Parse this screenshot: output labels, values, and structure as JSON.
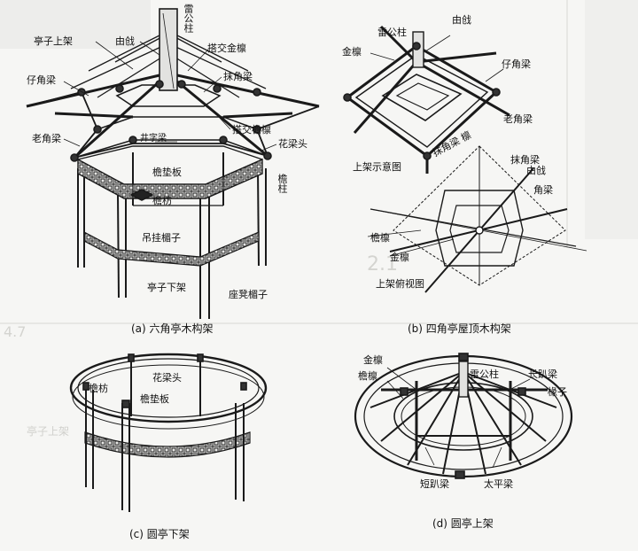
{
  "fig_a": {
    "caption": "(a) 六角亭木构架",
    "labels": {
      "leigongzhu": "雷公柱",
      "tingzi_shangjia": "亭子上架",
      "youjian": "由戗",
      "jiajiao_jinlin": "搭交金檩",
      "zijiaoliang": "仔角梁",
      "mojiaoliang": "抹角梁",
      "laojiaoliang": "老角梁",
      "jiajiao_yanlin": "搭交檐檩",
      "jingziliang": "井字梁",
      "huaлiangtou": "花梁头",
      "yandianban": "檐垫板",
      "yanfang": "檐枋",
      "yanzhu": "檐柱",
      "diaogua_mianzi": "吊挂楣子",
      "tingzi_xiajia": "亭子下架",
      "zuodeng_mianzi": "座凳楣子"
    }
  },
  "fig_b": {
    "caption": "(b) 四角亭屋顶木构架",
    "labels": {
      "leigongzhu": "雷公柱",
      "youjian": "由戗",
      "jinlin": "金檩",
      "zijiaoliang": "仔角梁",
      "laojiaoliang": "老角梁",
      "mojiaoliang_lin": "抹角梁 檩",
      "shangjia_shiyitu": "上架示意图",
      "mojiaoliang2": "抹角梁",
      "youjian2": "由戗",
      "jiaoliang": "角梁",
      "yanlin": "檐檩",
      "jinlin2": "金檩",
      "shangjia_fushitu": "上架俯视图"
    }
  },
  "fig_c": {
    "caption": "(c) 圆亭下架",
    "labels": {
      "yanfang": "檐枋",
      "hualiangtou": "花梁头",
      "yandianban": "檐垫板"
    }
  },
  "fig_d": {
    "caption": "(d) 圆亭上架",
    "labels": {
      "jinlin": "金檩",
      "yanlin": "檐檩",
      "leigongzhu": "雷公柱",
      "changpaliang": "长趴梁",
      "chuanzi": "椽子",
      "duanpaliang": "短趴梁",
      "taipingliang": "太平梁"
    }
  },
  "background_text": {
    "section": "2.1",
    "line1": "4.7",
    "note": "亭子上架"
  }
}
